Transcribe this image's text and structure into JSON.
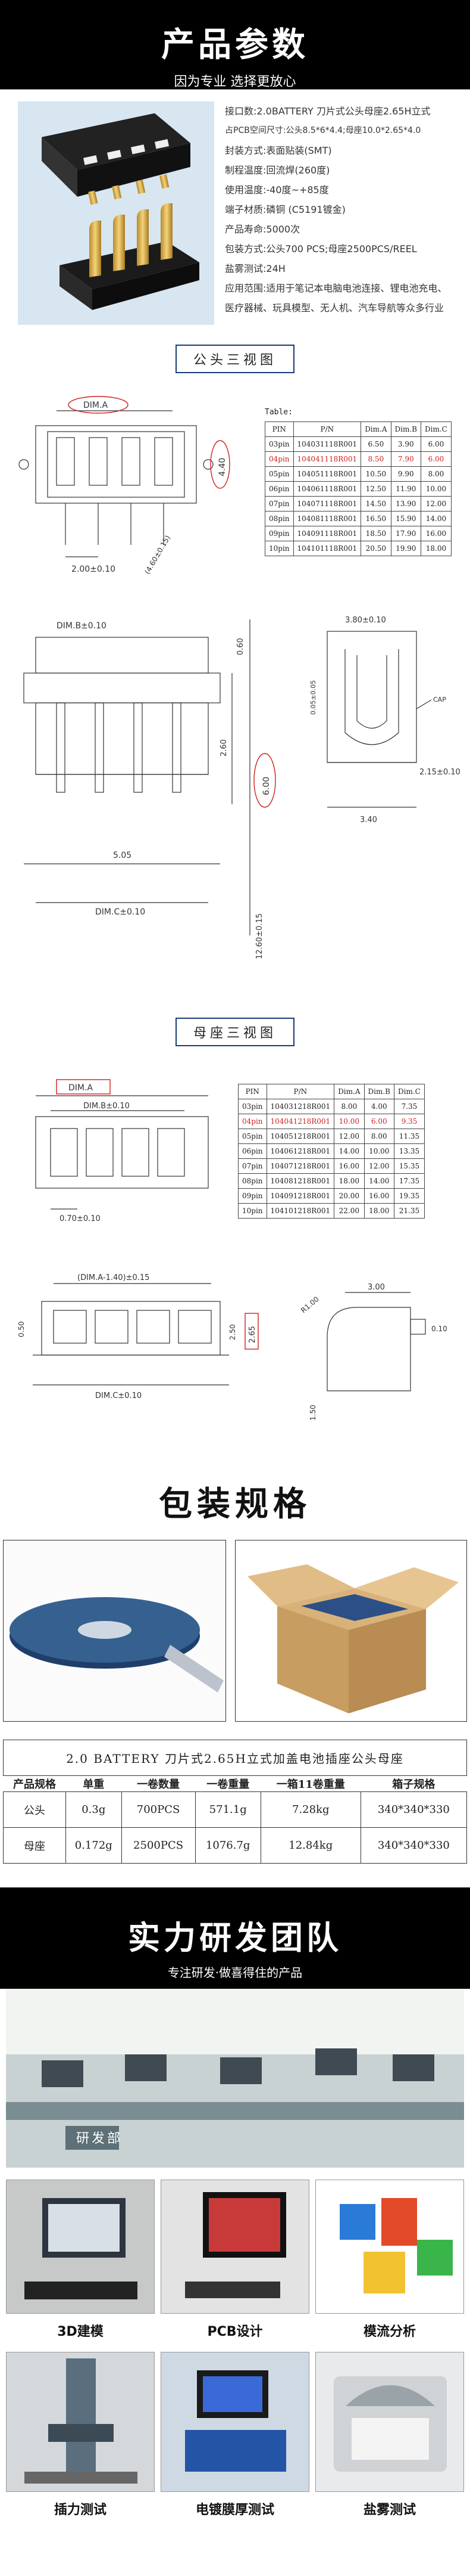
{
  "params_banner": {
    "title": "产品参数",
    "subtitle": "因为专业 选择更放心"
  },
  "specs": [
    "接口数:2.0BATTERY 刀片式公头母座2.65H立式",
    "占PCB空间尺寸:公头8.5*6*4.4;母座10.0*2.65*4.0",
    "封装方式:表面贴装(SMT)",
    "制程温度:回流焊(260度)",
    "使用温度:-40度~+85度",
    "端子材质:磷铜 (C5191镀金)",
    "产品寿命:5000次",
    "包装方式:公头700 PCS;母座2500PCS/REEL",
    "盐雾测试:24H",
    "应用范围:适用于笔记本电脑电池连接、锂电池充电、医疗器械、玩具模型、无人机、汽车导航等众多行业"
  ],
  "male_view": {
    "title": "公头三视图",
    "table_label": "Table:",
    "dims": {
      "dim_a": "DIM.A",
      "dim_b": "DIM.B±0.10",
      "dim_c": "DIM.C±0.10",
      "d_200": "2.00±0.10",
      "d_440": "4.40",
      "d_380": "3.80±0.10",
      "d_060": "0.60",
      "d_260": "2.60",
      "d_600": "6.00",
      "d_505": "5.05",
      "d_1260": "12.60±0.15",
      "d_005": "0.05±0.05",
      "d_215": "2.15±0.10",
      "d_340": "3.40",
      "cap": "CAP"
    },
    "headers": [
      "PIN",
      "P/N",
      "Dim.A",
      "Dim.B",
      "Dim.C"
    ],
    "rows": [
      [
        "03pin",
        "104031118R001",
        "6.50",
        "3.90",
        "6.00",
        ""
      ],
      [
        "04pin",
        "104041118R001",
        "8.50",
        "7.90",
        "6.00",
        "hl"
      ],
      [
        "05pin",
        "104051118R001",
        "10.50",
        "9.90",
        "8.00",
        ""
      ],
      [
        "06pin",
        "104061118R001",
        "12.50",
        "11.90",
        "10.00",
        ""
      ],
      [
        "07pin",
        "104071118R001",
        "14.50",
        "13.90",
        "12.00",
        ""
      ],
      [
        "08pin",
        "104081118R001",
        "16.50",
        "15.90",
        "14.00",
        ""
      ],
      [
        "09pin",
        "104091118R001",
        "18.50",
        "17.90",
        "16.00",
        ""
      ],
      [
        "10pin",
        "104101118R001",
        "20.50",
        "19.90",
        "18.00",
        ""
      ]
    ]
  },
  "female_view": {
    "title": "母座三视图",
    "dims": {
      "dim_a": "DIM.A",
      "dim_b": "DIM.B±0.10",
      "d_070": "0.70±0.10",
      "dim_a2": "(DIM.A-1.40)±0.15",
      "d_050": "0.50",
      "d_250": "2.50",
      "d_265": "2.65",
      "dim_c": "DIM.C±0.10",
      "d_300": "3.00",
      "r100": "R1.00",
      "d_010": "0.10",
      "d_150": "1.50"
    },
    "headers": [
      "PIN",
      "P/N",
      "Dim.A",
      "Dim.B",
      "Dim.C"
    ],
    "rows": [
      [
        "03pin",
        "104031218R001",
        "8.00",
        "4.00",
        "7.35",
        ""
      ],
      [
        "04pin",
        "104041218R001",
        "10.00",
        "6.00",
        "9.35",
        "hl"
      ],
      [
        "05pin",
        "104051218R001",
        "12.00",
        "8.00",
        "11.35",
        ""
      ],
      [
        "06pin",
        "104061218R001",
        "14.00",
        "10.00",
        "13.35",
        ""
      ],
      [
        "07pin",
        "104071218R001",
        "16.00",
        "12.00",
        "15.35",
        ""
      ],
      [
        "08pin",
        "104081218R001",
        "18.00",
        "14.00",
        "17.35",
        ""
      ],
      [
        "09pin",
        "104091218R001",
        "20.00",
        "16.00",
        "19.35",
        ""
      ],
      [
        "10pin",
        "104101218R001",
        "22.00",
        "18.00",
        "21.35",
        ""
      ]
    ]
  },
  "packaging": {
    "title": "包装规格",
    "caption": "2.0 BATTERY 刀片式2.65H立式加盖电池插座公头母座",
    "headers": [
      "产品规格",
      "单重",
      "一卷数量",
      "一卷重量",
      "一箱11卷重量",
      "箱子规格"
    ],
    "rows": [
      [
        "公头",
        "0.3g",
        "700PCS",
        "571.1g",
        "7.28kg",
        "340*340*330"
      ],
      [
        "母座",
        "0.172g",
        "2500PCS",
        "1076.7g",
        "12.84kg",
        "340*340*330"
      ]
    ]
  },
  "team": {
    "title": "实力研发团队",
    "subtitle": "专注研发·做喜得住的产品",
    "office_sign": "研发部",
    "tiles": [
      "3D建模",
      "PCB设计",
      "模流分析",
      "插力测试",
      "电镀膜厚测试",
      "盐雾测试"
    ]
  }
}
